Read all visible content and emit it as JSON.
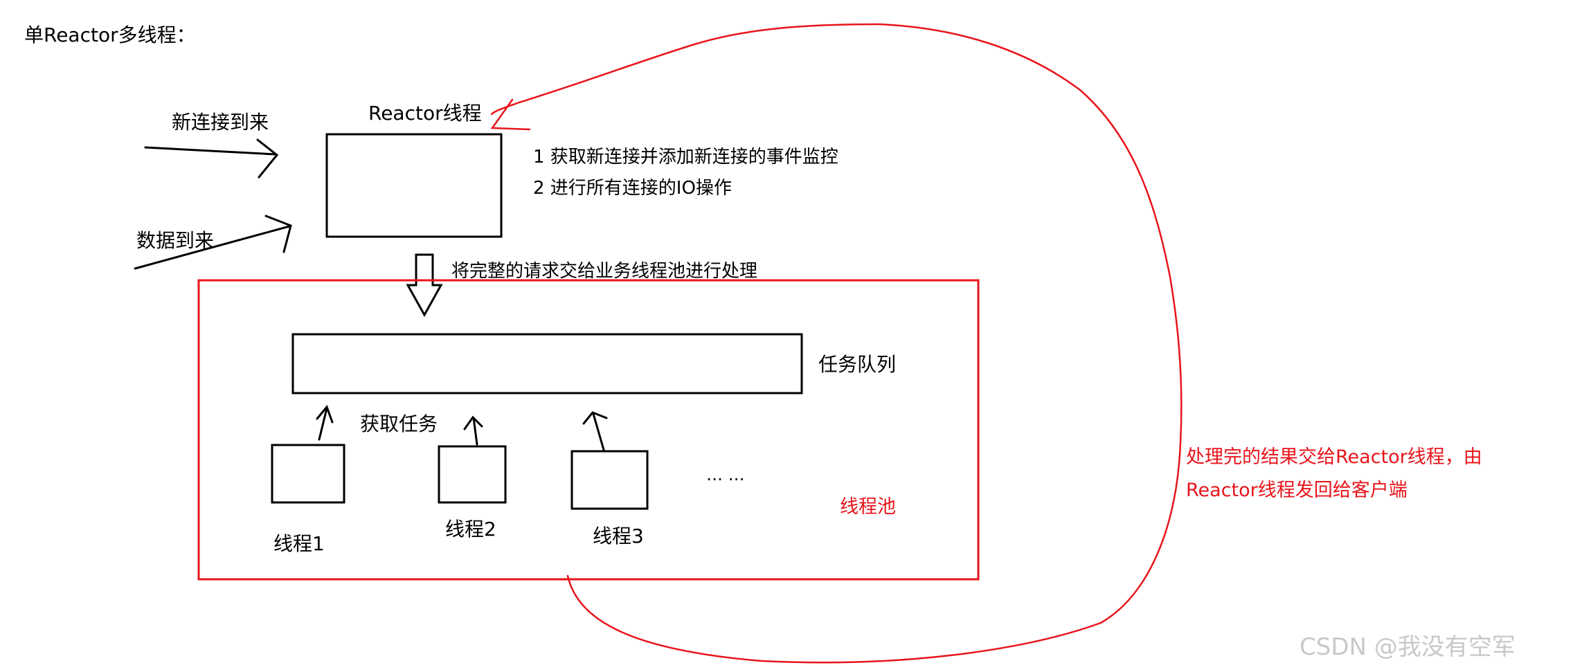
{
  "title": "单Reactor多线程：",
  "inputs": {
    "new_connection": "新连接到来",
    "data_arrival": "数据到来"
  },
  "reactor": {
    "label": "Reactor线程",
    "duties": [
      "1 获取新连接并添加新连接的事件监控",
      "2 进行所有连接的IO操作"
    ]
  },
  "handoff_label": "将完整的请求交给业务线程池进行处理",
  "pool": {
    "label": "线程池",
    "queue_label": "任务队列",
    "fetch_label": "获取任务",
    "threads": [
      "线程1",
      "线程2",
      "线程3"
    ],
    "ellipsis": "… …"
  },
  "return_note": [
    "处理完的结果交给Reactor线程，由",
    "Reactor线程发回给客户端"
  ],
  "watermark": "CSDN @我没有空军",
  "colors": {
    "ink": "#000000",
    "highlight": "#e8141b",
    "watermark": "#c8c8c8"
  }
}
